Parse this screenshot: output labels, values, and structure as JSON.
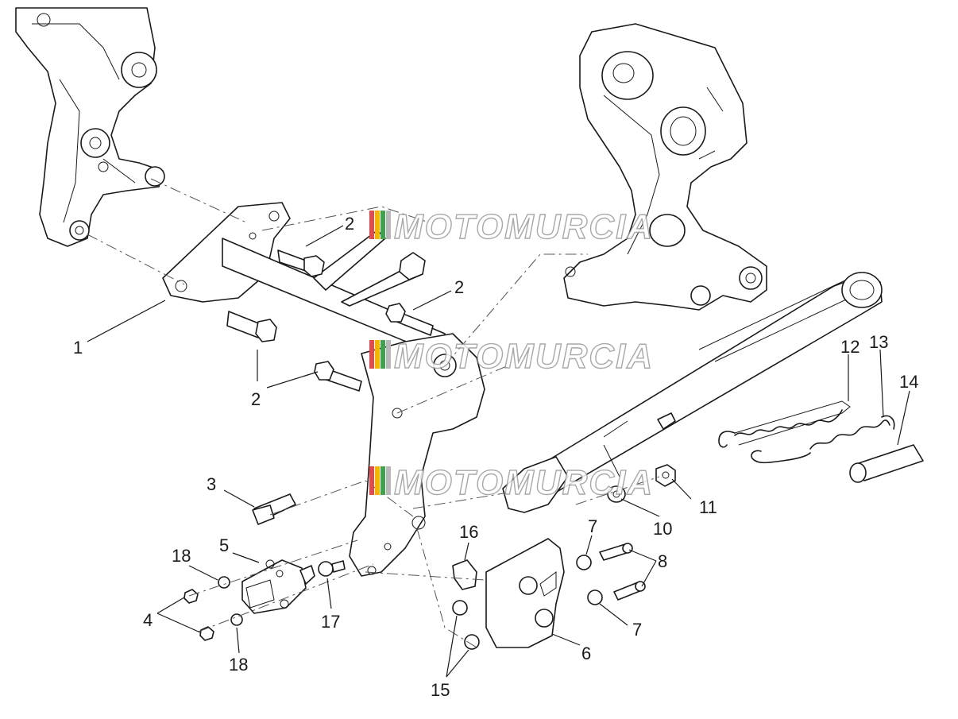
{
  "watermark": {
    "text": "MOTOMURCIA",
    "stripe_colors": [
      "#e5484d",
      "#f2b705",
      "#3fa34d",
      "#b8b8b8"
    ]
  },
  "callouts": [
    {
      "id": "c1",
      "label": "1"
    },
    {
      "id": "c2a",
      "label": "2"
    },
    {
      "id": "c2b",
      "label": "2"
    },
    {
      "id": "c2c",
      "label": "2"
    },
    {
      "id": "c3",
      "label": "3"
    },
    {
      "id": "c4",
      "label": "4"
    },
    {
      "id": "c5",
      "label": "5"
    },
    {
      "id": "c6",
      "label": "6"
    },
    {
      "id": "c7a",
      "label": "7"
    },
    {
      "id": "c7b",
      "label": "7"
    },
    {
      "id": "c8",
      "label": "8"
    },
    {
      "id": "c10",
      "label": "10"
    },
    {
      "id": "c11",
      "label": "11"
    },
    {
      "id": "c12",
      "label": "12"
    },
    {
      "id": "c13",
      "label": "13"
    },
    {
      "id": "c14",
      "label": "14"
    },
    {
      "id": "c15",
      "label": "15"
    },
    {
      "id": "c16",
      "label": "16"
    },
    {
      "id": "c17",
      "label": "17"
    },
    {
      "id": "c18a",
      "label": "18"
    },
    {
      "id": "c18b",
      "label": "18"
    }
  ]
}
